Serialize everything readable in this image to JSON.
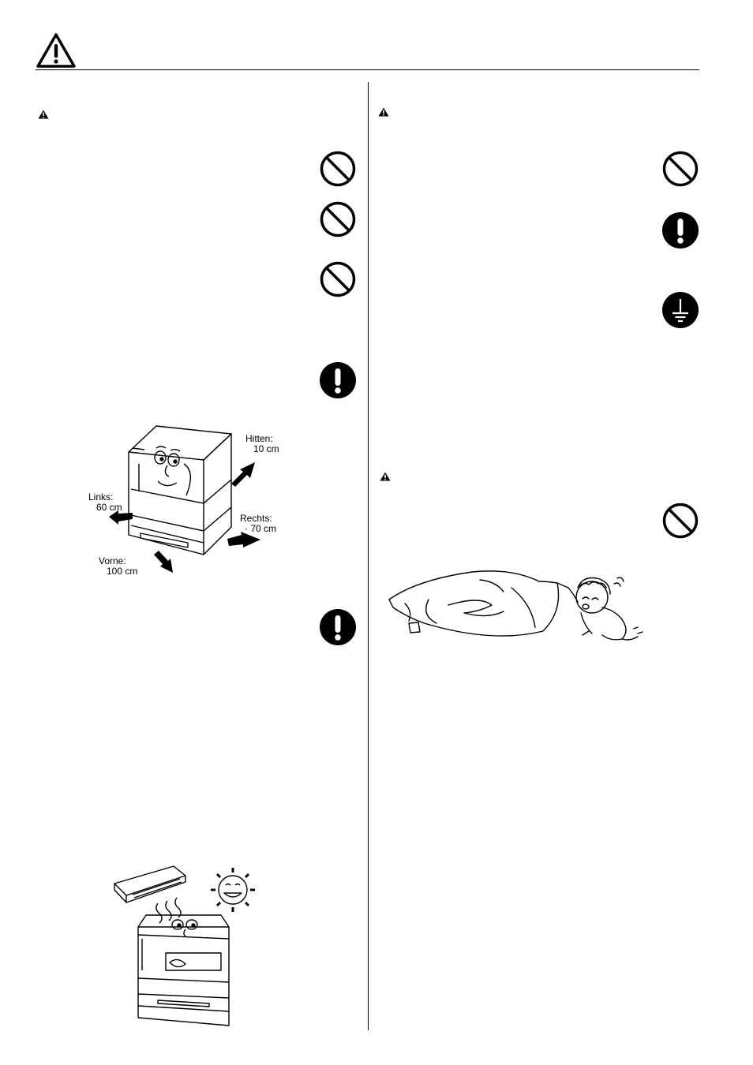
{
  "diagram_labels": {
    "back_label": "Hitten:",
    "back_value": "10 cm",
    "left_label": "Links:",
    "left_value": "60 cm",
    "right_label": "Rechts:",
    "right_value": "· 70 cm",
    "front_label": "Vorne:",
    "front_value": "100 cm"
  },
  "icons": {
    "left_column": [
      "caution-triangle",
      "prohibition",
      "prohibition",
      "prohibition",
      "mandatory",
      "mandatory"
    ],
    "right_column": [
      "caution-triangle",
      "prohibition",
      "mandatory",
      "ground",
      "caution-triangle",
      "prohibition"
    ]
  }
}
